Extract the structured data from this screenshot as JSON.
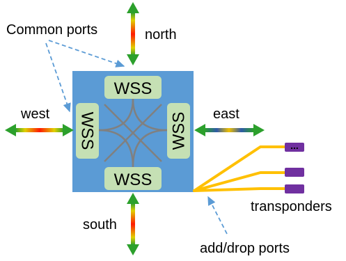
{
  "labels": {
    "common_ports": "Common ports",
    "north": "north",
    "west": "west",
    "east": "east",
    "south": "south",
    "transponders": "transponders",
    "add_drop_ports": "add/drop ports",
    "ellipsis": "..."
  },
  "wss": {
    "top": "WSS",
    "left": "WSS",
    "right": "WSS",
    "bottom": "WSS"
  },
  "colors": {
    "node_fill": "#5b9bd5",
    "wss_fill": "#c5e0b4",
    "mesh": "#808080",
    "callout": "#5b9bd5",
    "add_drop": "#ffc000",
    "transponder": "#7030a0",
    "arrow_head": "#2ca02c",
    "gradient_mid": "#ff0000",
    "gradient_edge": "#ffd700",
    "east_mid": "#4472c4"
  }
}
